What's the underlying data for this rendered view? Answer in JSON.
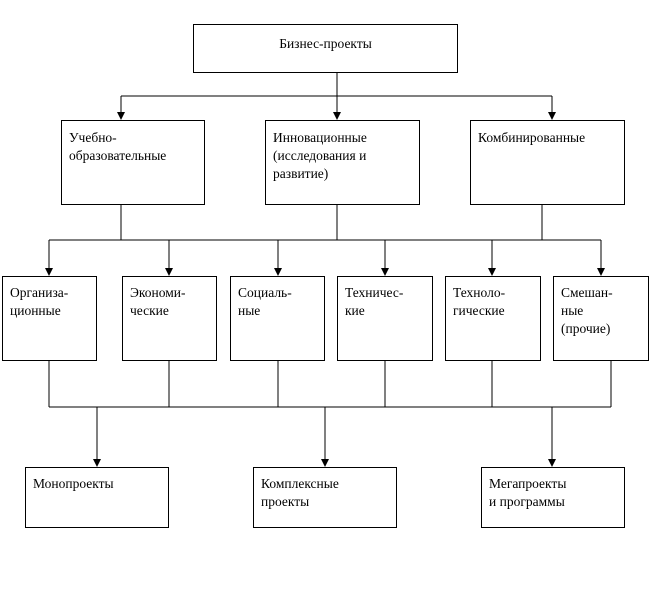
{
  "diagram": {
    "root": "Бизнес-проекты",
    "level1": [
      "Учебно-\nобразовательные",
      "Инновационные\n(исследования и\nразвитие)",
      "Комбинированные"
    ],
    "level2": [
      "Организа-\nционные",
      "Экономи-\nческие",
      "Социаль-\nные",
      "Техничес-\nкие",
      "Техноло-\nгические",
      "Смешан-\nные\n(прочие)"
    ],
    "level3": [
      "Монопроекты",
      "Комплексные\nпроекты",
      "Мегапроекты\nи программы"
    ]
  }
}
